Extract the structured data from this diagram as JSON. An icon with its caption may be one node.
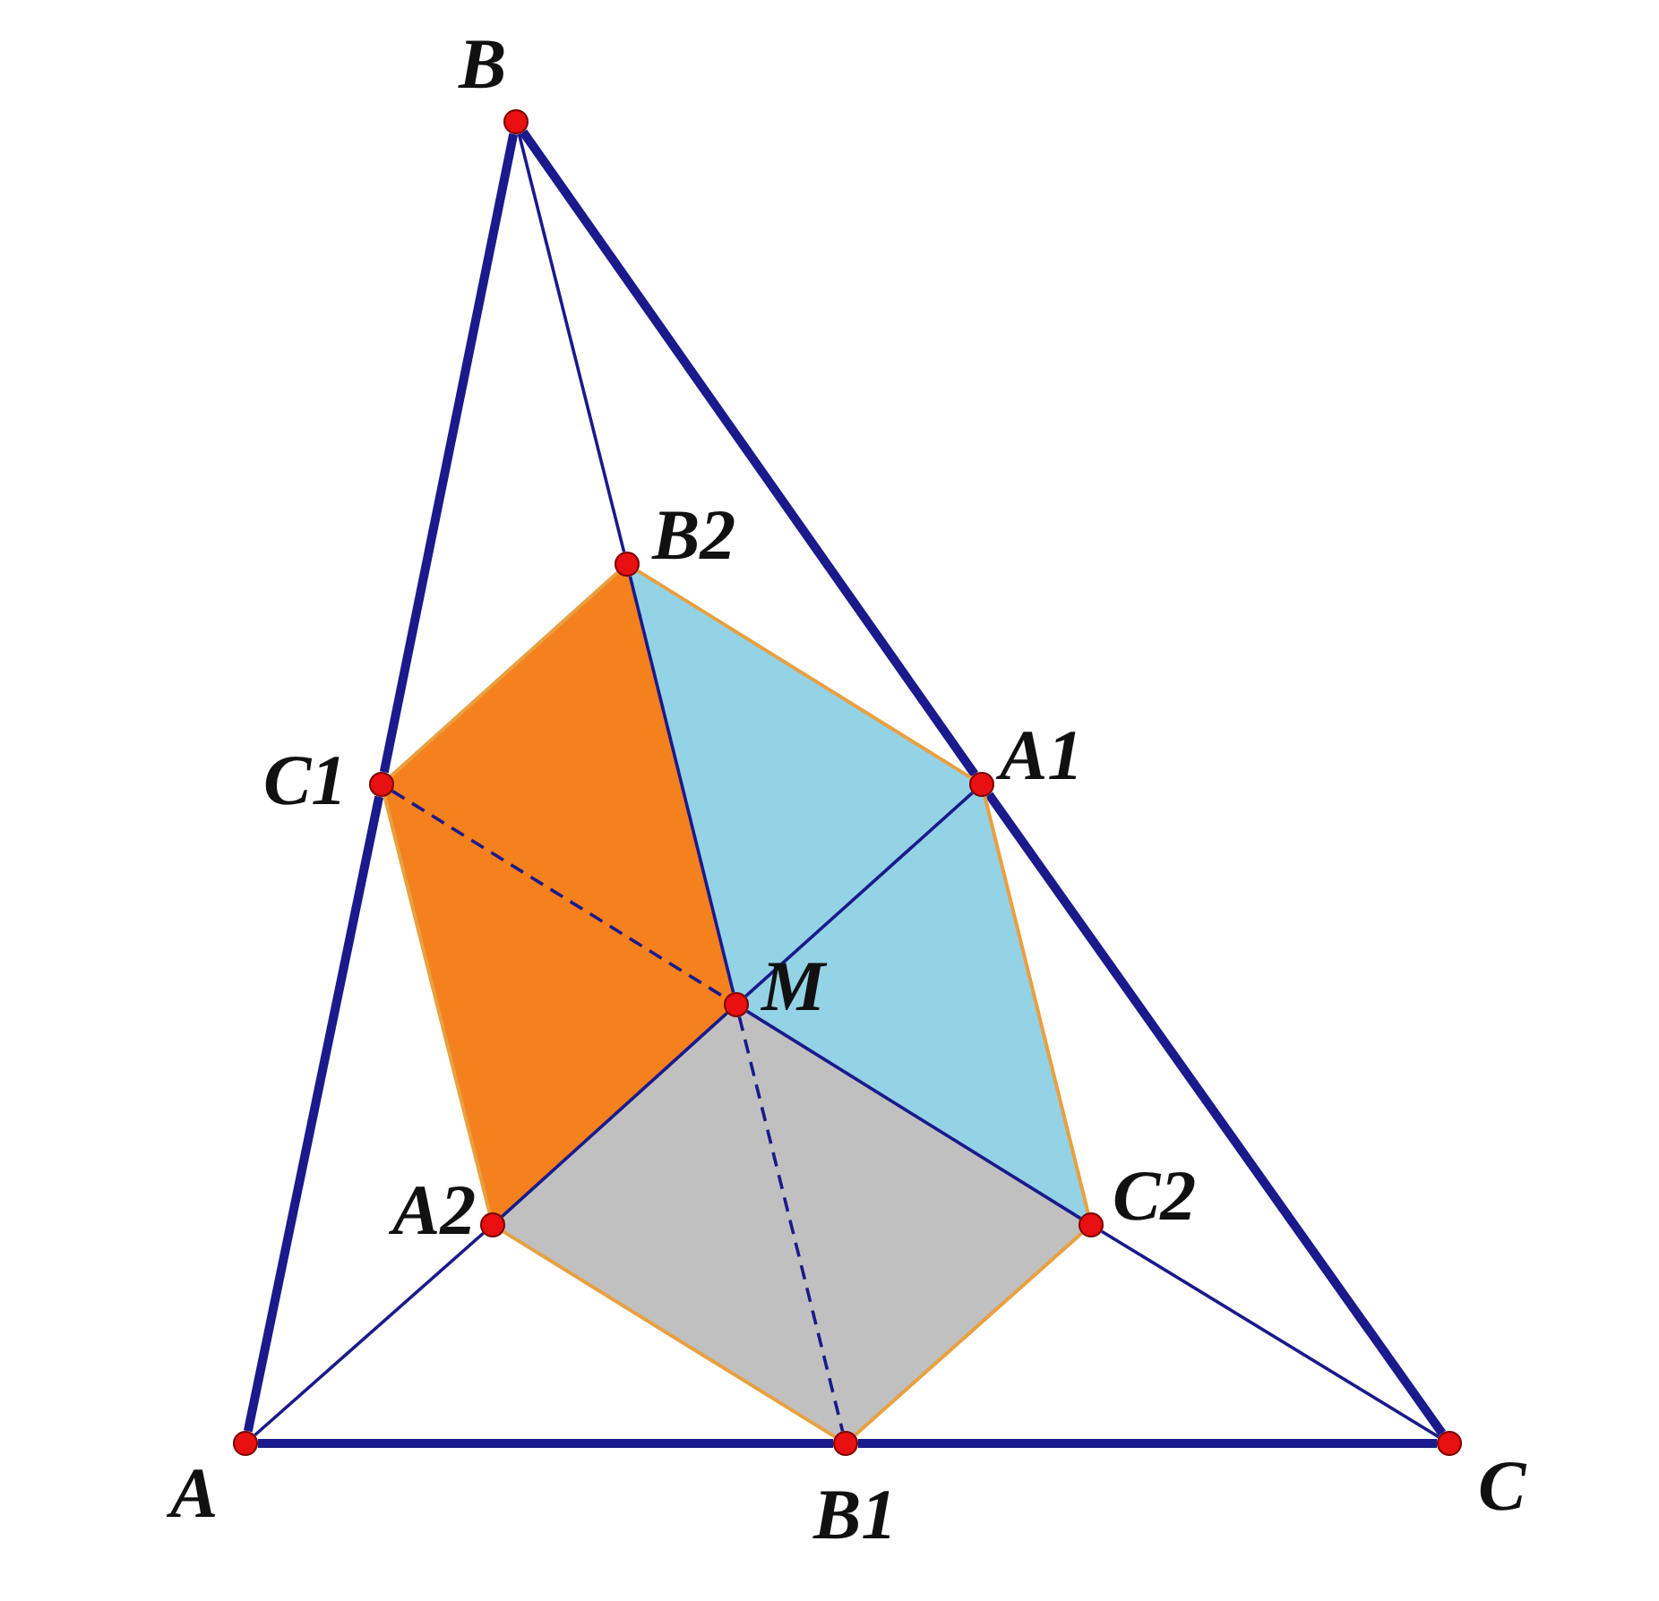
{
  "diagram": {
    "nodes": [
      {
        "text": [
          "B"
        ]
      },
      {
        "text": [
          "B2"
        ]
      },
      {
        "text": [
          "C1"
        ]
      },
      {
        "text": [
          "A1"
        ]
      },
      {
        "text": [
          "M"
        ]
      },
      {
        "text": [
          "A2"
        ]
      },
      {
        "text": [
          "C2"
        ]
      },
      {
        "text": [
          "A"
        ]
      },
      {
        "text": [
          "B1"
        ]
      },
      {
        "text": [
          "C"
        ]
      }
    ],
    "edges": [
      {
        "from": 7,
        "to": 2,
        "arrow": "none",
        "style": "thick"
      },
      {
        "from": 2,
        "to": 0,
        "arrow": "none",
        "style": "thick"
      },
      {
        "from": 0,
        "to": 3,
        "arrow": "none",
        "style": "thick"
      },
      {
        "from": 3,
        "to": 9,
        "arrow": "none",
        "style": "thick"
      },
      {
        "from": 7,
        "to": 8,
        "arrow": "none",
        "style": "thick"
      },
      {
        "from": 8,
        "to": 9,
        "arrow": "none",
        "style": "thick"
      },
      {
        "from": 0,
        "to": 1,
        "arrow": "none"
      },
      {
        "from": 1,
        "to": 4,
        "arrow": "none"
      },
      {
        "from": 4,
        "to": 3,
        "arrow": "none"
      },
      {
        "from": 4,
        "to": 5,
        "arrow": "none"
      },
      {
        "from": 5,
        "to": 7,
        "arrow": "none"
      },
      {
        "from": 4,
        "to": 6,
        "arrow": "none"
      },
      {
        "from": 6,
        "to": 9,
        "arrow": "none"
      },
      {
        "from": 2,
        "to": 4,
        "arrow": "none",
        "style": "dashed"
      },
      {
        "from": 4,
        "to": 8,
        "arrow": "none",
        "style": "dashed"
      },
      {
        "from": 1,
        "to": 3,
        "arrow": "none",
        "color": "#e8a040"
      },
      {
        "from": 3,
        "to": 6,
        "arrow": "none",
        "color": "#e8a040"
      },
      {
        "from": 6,
        "to": 8,
        "arrow": "none",
        "color": "#e8a040"
      },
      {
        "from": 8,
        "to": 5,
        "arrow": "none",
        "color": "#e8a040"
      },
      {
        "from": 5,
        "to": 2,
        "arrow": "none",
        "color": "#e8a040"
      },
      {
        "from": 2,
        "to": 1,
        "arrow": "none",
        "color": "#e8a040"
      }
    ]
  }
}
